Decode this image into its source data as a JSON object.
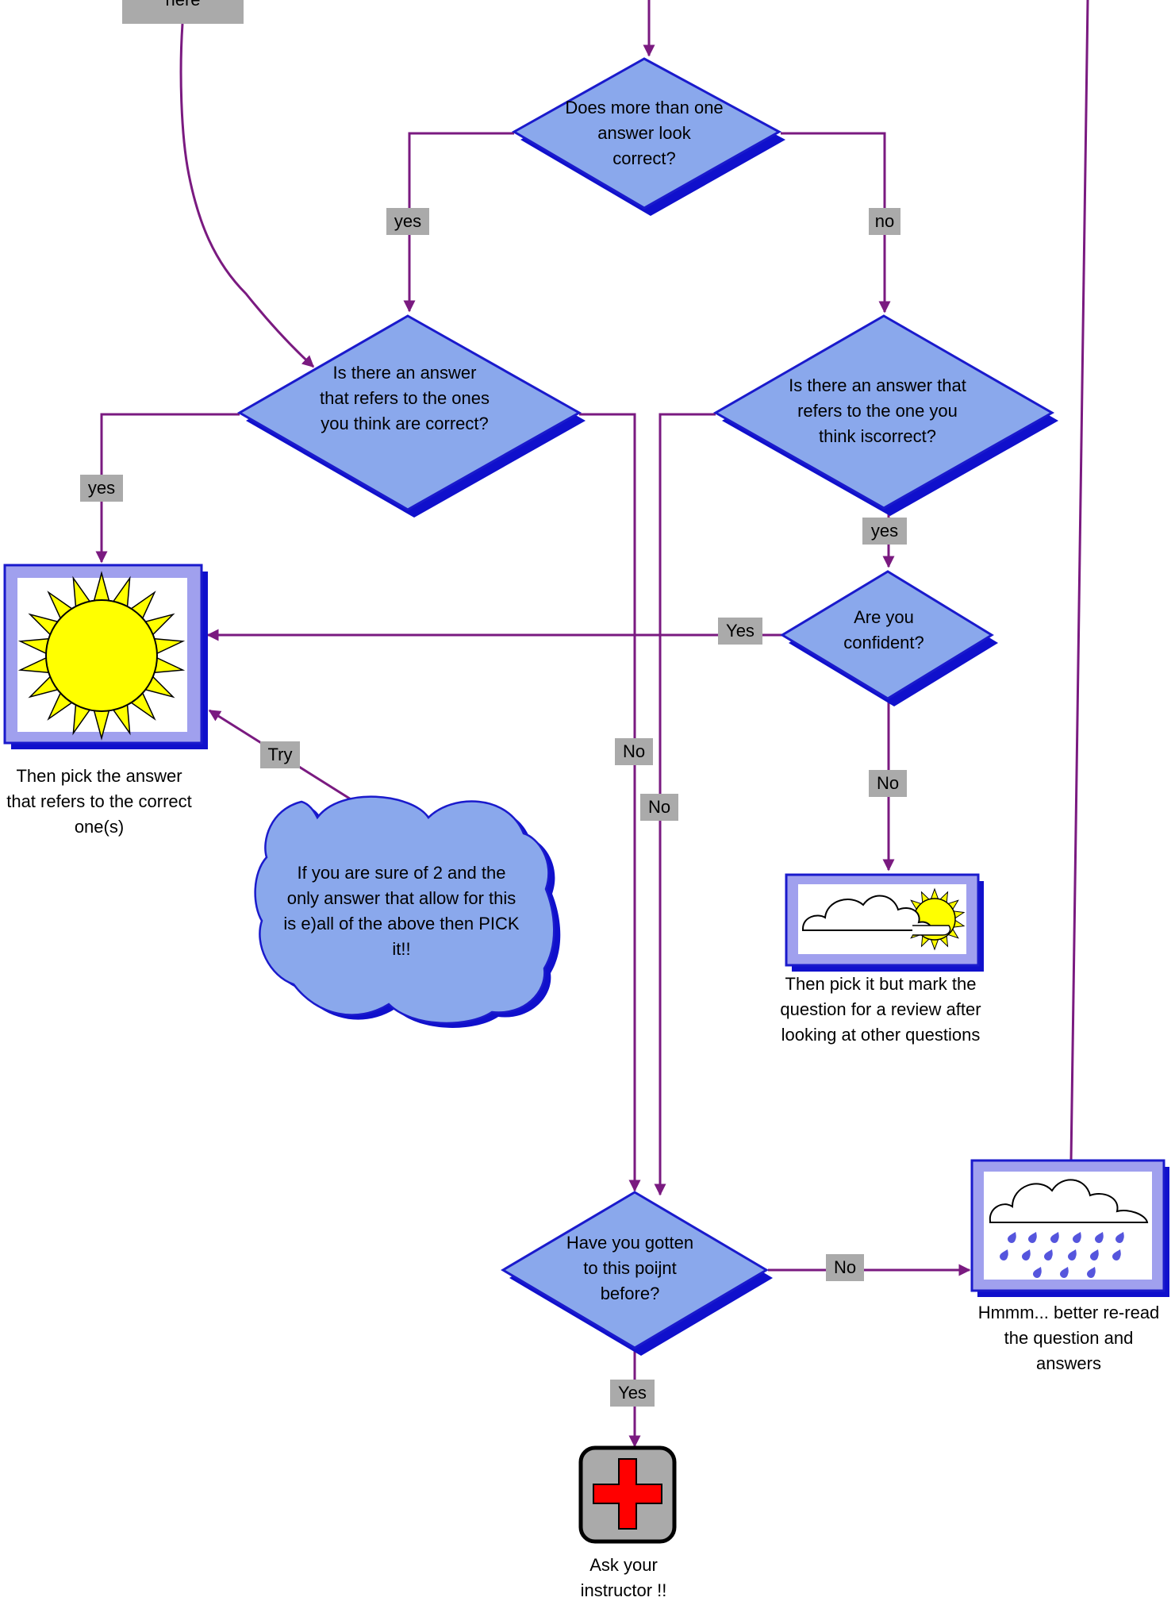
{
  "nodes": {
    "top_cut_label": "here",
    "q_more_than_one": "Does more than one answer look correct?",
    "q_refers_to_correct_ones": "Is there an answer that refers to the ones you think are correct?",
    "q_refers_to_one_correct": "Is there an answer that refers to the one you think iscorrect?",
    "q_confident": "Are you confident?",
    "q_gotten_here_before": "Have you gotten to this poijnt before?",
    "cloud_note": "If you are sure of 2 and the only answer that allow for this is e)all of the above then PICK it!!"
  },
  "captions": {
    "sun": "Then pick the answer that refers to the correct one(s)",
    "partly_cloudy": "Then pick it but mark the question for a review after looking at other questions",
    "rain": "Hmmm... better re-read the question and answers",
    "instructor": "Ask your instructor !!"
  },
  "edge_labels": {
    "more_yes": "yes",
    "more_no": "no",
    "correct_ones_yes": "yes",
    "one_correct_yes": "yes",
    "confident_yes": "Yes",
    "confident_no": "No",
    "try": "Try",
    "correct_ones_no": "No",
    "one_correct_no": "No",
    "gotten_no": "No",
    "gotten_yes": "Yes"
  },
  "icons": [
    "sun-icon",
    "partly-cloudy-icon",
    "rain-cloud-icon",
    "first-aid-cross-icon"
  ],
  "colors": {
    "diamond_fill": "#8aa8ec",
    "diamond_border": "#1a1acc",
    "shadow": "#1010cc",
    "arrow": "#7a1a80",
    "label_bg": "#aaaaaa",
    "sun": "#ffff00",
    "cross": "#ff0000"
  }
}
